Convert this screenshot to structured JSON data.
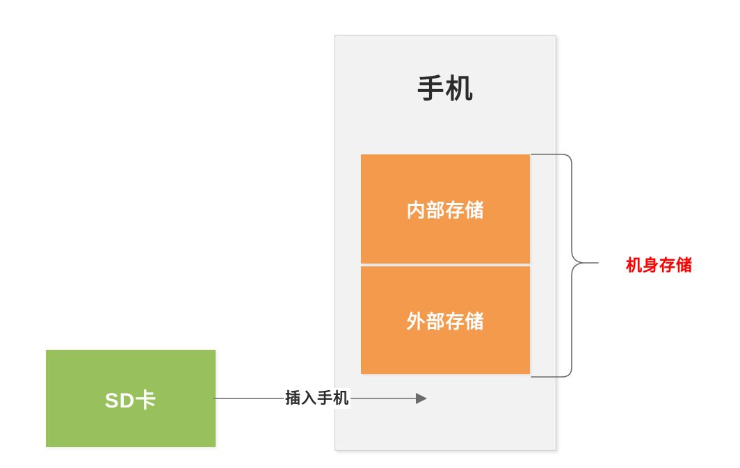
{
  "diagram": {
    "title_hidden": "Android storage concept diagram",
    "phone": {
      "label": "手机",
      "blocks": [
        {
          "label": "内部存储",
          "color": "#f39a4d"
        },
        {
          "label": "外部存储",
          "color": "#f39a4d"
        }
      ],
      "background": "#f2f2f2",
      "border_color": "#c9c9c9"
    },
    "brace": {
      "label": "机身存储",
      "label_color": "#ff0000",
      "stroke_color": "#6b6b6b"
    },
    "sd_card": {
      "label": "SD卡",
      "color": "#98c05c"
    },
    "connector": {
      "label": "插入手机",
      "arrow": "right-arrow",
      "stroke_color": "#8c8c8c"
    }
  }
}
